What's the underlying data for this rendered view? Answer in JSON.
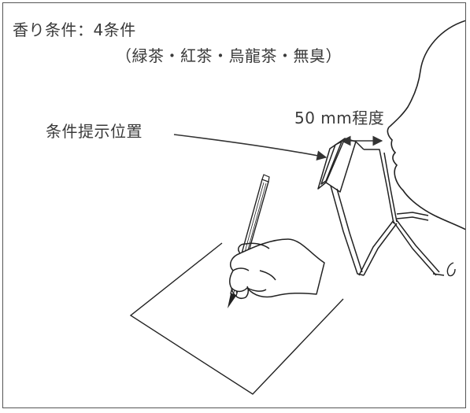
{
  "figure": {
    "title": "香り条件：4条件",
    "subtitle": "（緑茶・紅茶・烏龍茶・無臭）",
    "position_label": "条件提示位置",
    "distance_label": "50 mm程度"
  }
}
